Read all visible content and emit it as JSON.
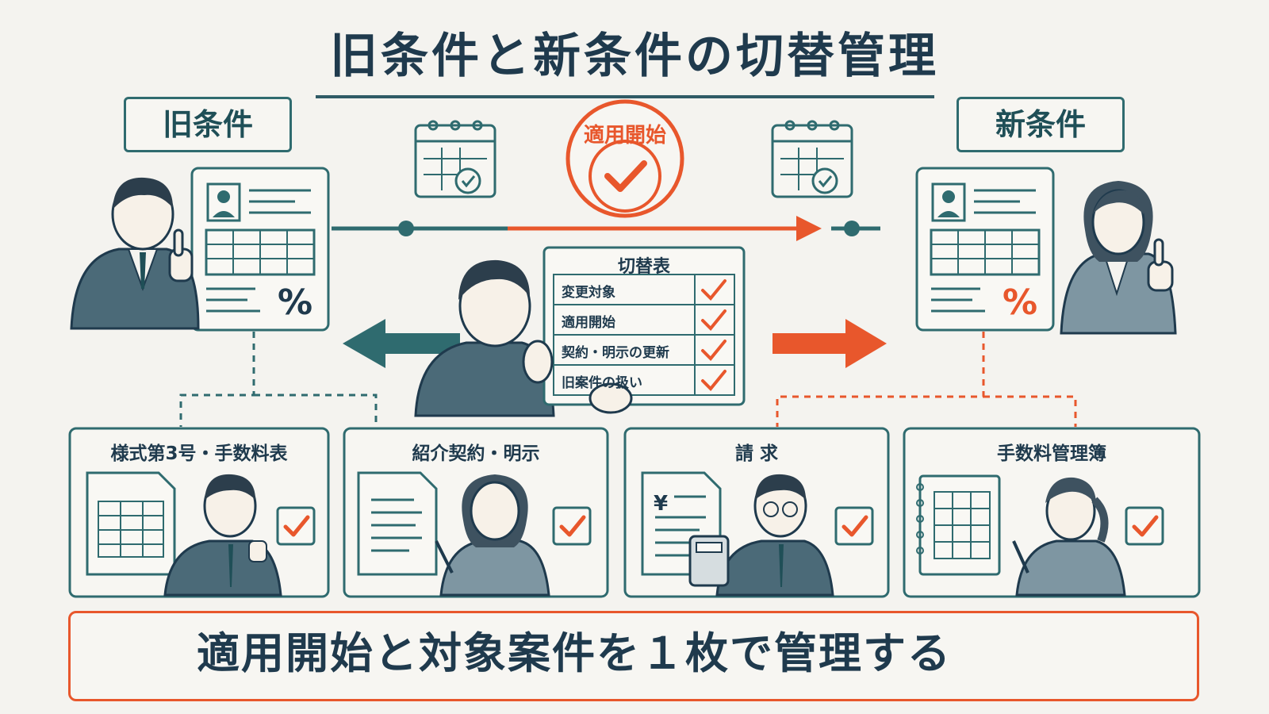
{
  "title": "旧条件と新条件の切替管理",
  "old_label": "旧条件",
  "new_label": "新条件",
  "stamp": "適用開始",
  "table": {
    "title": "切替表",
    "rows": [
      "変更対象",
      "適用開始",
      "契約・明示の更新",
      "旧案件の扱い"
    ]
  },
  "doc_percent": "%",
  "cards": [
    {
      "title": "様式第3号・手数料表"
    },
    {
      "title": "紹介契約・明示"
    },
    {
      "title": "請 求",
      "symbol": "¥"
    },
    {
      "title": "手数料管理簿"
    }
  ],
  "bottom": "適用開始と対象案件を１枚で管理する",
  "colors": {
    "teal": "#2f6b6f",
    "orange": "#e8572c",
    "navy": "#1f3a4d"
  }
}
